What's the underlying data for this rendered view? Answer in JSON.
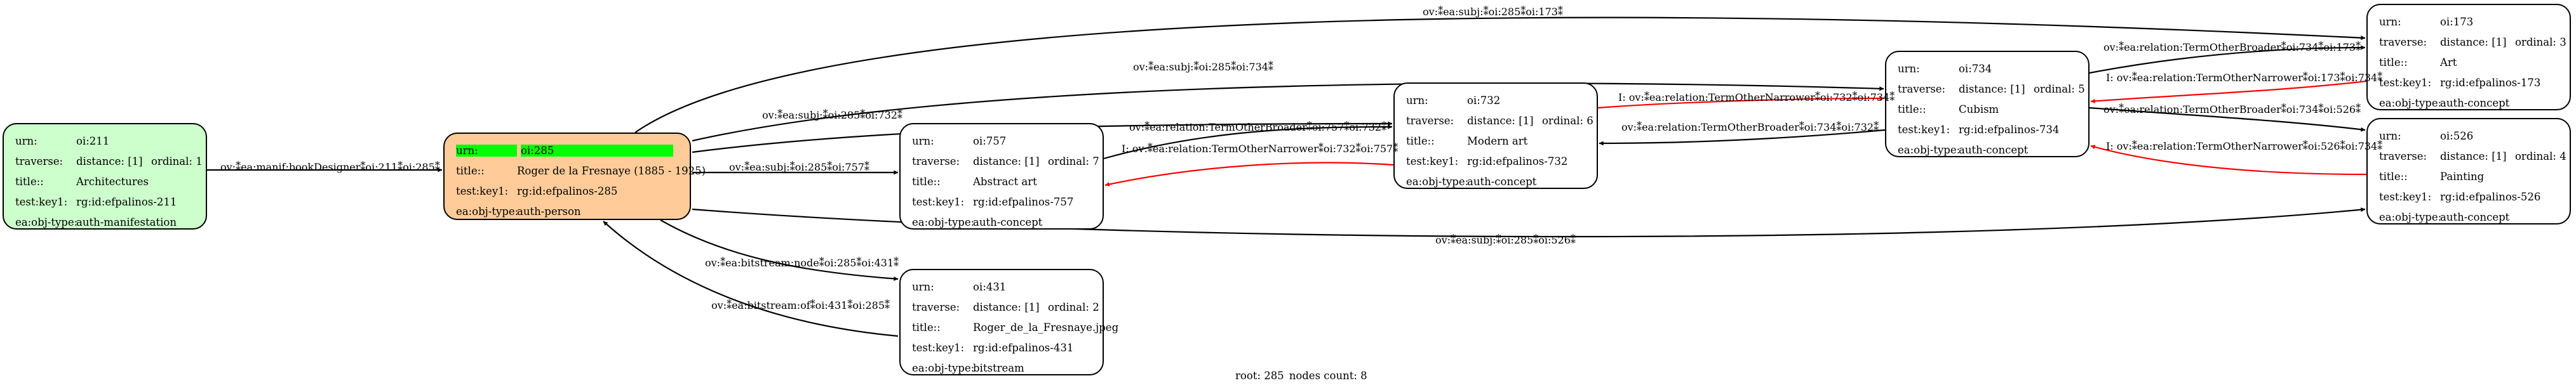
{
  "nodes": {
    "n211": {
      "urn_k": "urn:",
      "urn": "oi:211",
      "trav_k": "traverse:",
      "distance": "distance: [1]",
      "ordinal": "ordinal: 1",
      "title_k": "title::",
      "title": "Architectures",
      "key_k": "test:key1:",
      "key": "rg:id:efpalinos-211",
      "type_k": "ea:obj-type:",
      "type": "auth-manifestation"
    },
    "n285": {
      "urn_k": "urn:",
      "urn": "oi:285",
      "title_k": "title::",
      "title": "Roger de la Fresnaye (1885 - 1925)",
      "key_k": "test:key1:",
      "key": "rg:id:efpalinos-285",
      "type_k": "ea:obj-type:",
      "type": "auth-person"
    },
    "n757": {
      "urn_k": "urn:",
      "urn": "oi:757",
      "trav_k": "traverse:",
      "distance": "distance: [1]",
      "ordinal": "ordinal: 7",
      "title_k": "title::",
      "title": "Abstract art",
      "key_k": "test:key1:",
      "key": "rg:id:efpalinos-757",
      "type_k": "ea:obj-type:",
      "type": "auth-concept"
    },
    "n732": {
      "urn_k": "urn:",
      "urn": "oi:732",
      "trav_k": "traverse:",
      "distance": "distance: [1]",
      "ordinal": "ordinal: 6",
      "title_k": "title::",
      "title": "Modern art",
      "key_k": "test:key1:",
      "key": "rg:id:efpalinos-732",
      "type_k": "ea:obj-type:",
      "type": "auth-concept"
    },
    "n734": {
      "urn_k": "urn:",
      "urn": "oi:734",
      "trav_k": "traverse:",
      "distance": "distance: [1]",
      "ordinal": "ordinal: 5",
      "title_k": "title::",
      "title": "Cubism",
      "key_k": "test:key1:",
      "key": "rg:id:efpalinos-734",
      "type_k": "ea:obj-type:",
      "type": "auth-concept"
    },
    "n173": {
      "urn_k": "urn:",
      "urn": "oi:173",
      "trav_k": "traverse:",
      "distance": "distance: [1]",
      "ordinal": "ordinal: 3",
      "title_k": "title::",
      "title": "Art",
      "key_k": "test:key1:",
      "key": "rg:id:efpalinos-173",
      "type_k": "ea:obj-type:",
      "type": "auth-concept"
    },
    "n526": {
      "urn_k": "urn:",
      "urn": "oi:526",
      "trav_k": "traverse:",
      "distance": "distance: [1]",
      "ordinal": "ordinal: 4",
      "title_k": "title::",
      "title": "Painting",
      "key_k": "test:key1:",
      "key": "rg:id:efpalinos-526",
      "type_k": "ea:obj-type:",
      "type": "auth-concept"
    },
    "n431": {
      "urn_k": "urn:",
      "urn": "oi:431",
      "trav_k": "traverse:",
      "distance": "distance: [1]",
      "ordinal": "ordinal: 2",
      "title_k": "title::",
      "title": "Roger_de_la_Fresnaye.jpeg",
      "key_k": "test:key1:",
      "key": "rg:id:efpalinos-431",
      "type_k": "ea:obj-type:",
      "type": "bitstream"
    }
  },
  "edges": {
    "manif": "ov:⁑ea:manif:bookDesigner⁑oi:211⁑oi:285⁑",
    "subj757": "ov:⁑ea:subj:⁑oi:285⁑oi:757⁑",
    "subj732": "ov:⁑ea:subj:⁑oi:285⁑oi:732⁑",
    "subj734": "ov:⁑ea:subj:⁑oi:285⁑oi:734⁑",
    "subj173": "ov:⁑ea:subj:⁑oi:285⁑oi:173⁑",
    "subj526": "ov:⁑ea:subj:⁑oi:285⁑oi:526⁑",
    "bitnode": "ov:⁑ea:bitstream:node⁑oi:285⁑oi:431⁑",
    "bitof": "ov:⁑ea:bitstream:of⁑oi:431⁑oi:285⁑",
    "b757_732": "ov:⁑ea:relation:TermOtherBroader⁑oi:757⁑oi:732⁑",
    "n732_757": "I: ov:⁑ea:relation:TermOtherNarrower⁑oi:732⁑oi:757⁑",
    "n732_734": "I: ov:⁑ea:relation:TermOtherNarrower⁑oi:732⁑oi:734⁑",
    "b734_732": "ov:⁑ea:relation:TermOtherBroader⁑oi:734⁑oi:732⁑",
    "b734_173": "ov:⁑ea:relation:TermOtherBroader⁑oi:734⁑oi:173⁑",
    "n173_734": "I: ov:⁑ea:relation:TermOtherNarrower⁑oi:173⁑oi:734⁑",
    "b734_526": "ov:⁑ea:relation:TermOtherBroader⁑oi:734⁑oi:526⁑",
    "n526_734": "I: ov:⁑ea:relation:TermOtherNarrower⁑oi:526⁑oi:734⁑"
  },
  "footer": {
    "root": "root: 285",
    "count": "nodes count: 8"
  },
  "colors": {
    "manifestation_fill": "#ccffcc",
    "root_fill": "#ffcc99",
    "highlight": "#00ff00",
    "edge_black": "#000000",
    "edge_red": "#ff0000"
  }
}
